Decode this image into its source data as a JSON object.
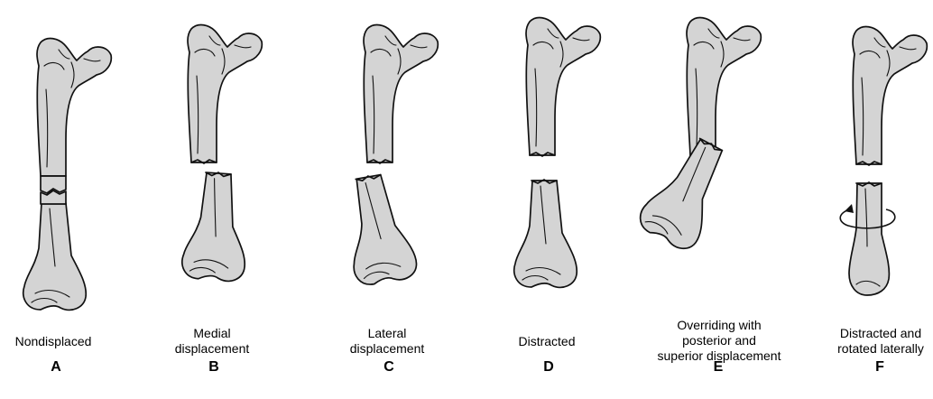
{
  "panels": [
    {
      "letter": "A",
      "caption": "Nondisplaced"
    },
    {
      "letter": "B",
      "caption": "Medial\ndisplacement"
    },
    {
      "letter": "C",
      "caption": "Lateral\ndisplacement"
    },
    {
      "letter": "D",
      "caption": "Distracted"
    },
    {
      "letter": "E",
      "caption": "Overriding with\nposterior and\nsuperior displacement"
    },
    {
      "letter": "F",
      "caption": "Distracted and\nrotated laterally"
    }
  ]
}
